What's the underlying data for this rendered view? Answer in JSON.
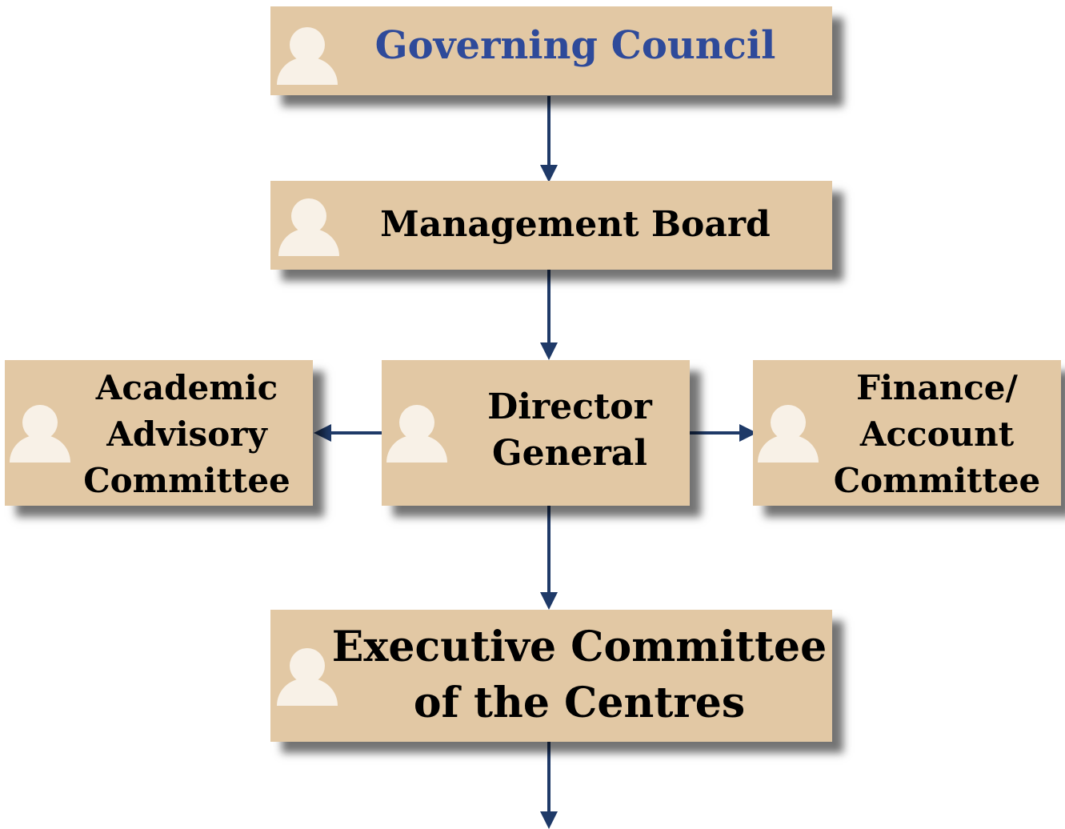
{
  "colors": {
    "box_fill": "#e2c8a4",
    "icon_fill": "#f8f1e7",
    "connector": "#1f3a68",
    "title_accent": "#2e4a9a",
    "text": "#000000"
  },
  "nodes": {
    "governing_council": {
      "icon": "person-icon",
      "lines": [
        "Governing Council"
      ]
    },
    "management_board": {
      "icon": "person-icon",
      "lines": [
        "Management Board"
      ]
    },
    "director_general": {
      "icon": "person-icon",
      "lines": [
        "Director",
        "General"
      ]
    },
    "academic_advisory": {
      "icon": "person-icon",
      "lines": [
        "Academic",
        "Advisory",
        "Committee"
      ]
    },
    "finance_account": {
      "icon": "person-icon",
      "lines": [
        "Finance/",
        "Account",
        "Committee"
      ]
    },
    "executive_committee": {
      "icon": "person-icon",
      "lines": [
        "Executive Committee",
        "of the Centres"
      ]
    }
  },
  "edges": [
    {
      "from": "governing_council",
      "to": "management_board"
    },
    {
      "from": "management_board",
      "to": "director_general"
    },
    {
      "from": "director_general",
      "to": "academic_advisory"
    },
    {
      "from": "director_general",
      "to": "finance_account"
    },
    {
      "from": "director_general",
      "to": "executive_committee"
    },
    {
      "from": "executive_committee",
      "to": ""
    }
  ]
}
